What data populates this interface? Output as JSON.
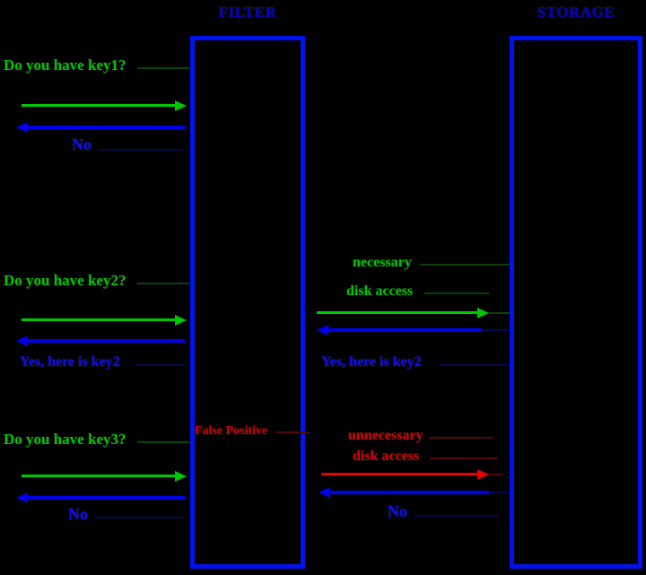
{
  "titles": {
    "filter": "FILTER",
    "storage": "STORAGE"
  },
  "key1": {
    "question": "Do you have key1?",
    "answer": "No"
  },
  "key2": {
    "question": "Do you have key2?",
    "client_answer": "Yes, here is key2",
    "disk_note_line1": "necessary",
    "disk_note_line2": "disk access",
    "storage_answer": "Yes, here is key2"
  },
  "key3": {
    "question": "Do you have key3?",
    "answer": "No",
    "filter_note": "False Positive",
    "disk_note_line1": "unnecessary",
    "disk_note_line2": "disk access",
    "storage_answer": "No"
  },
  "colors": {
    "background": "#000000",
    "question_green": "#00c400",
    "answer_blue": "#0a0aff",
    "error_red": "#d40000",
    "box_border_blue": "#0013ee",
    "title_blue": "#0000cd"
  }
}
